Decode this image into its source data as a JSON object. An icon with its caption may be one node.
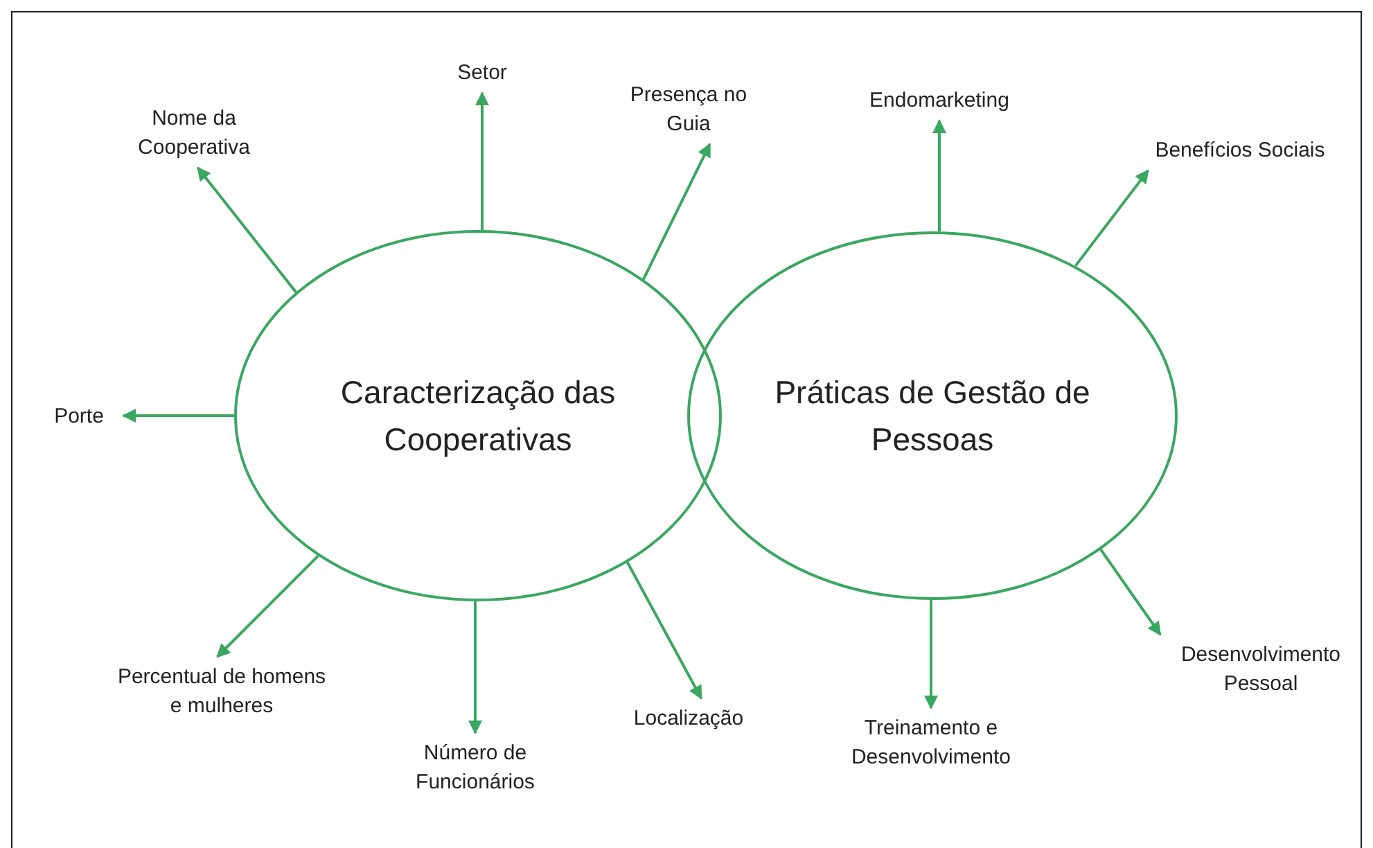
{
  "diagram": {
    "nodes": [
      {
        "text": [
          "Caracterização das Cooperativas"
        ]
      },
      {
        "text": [
          "Práticas de Gestão de Pessoas"
        ]
      },
      {
        "text": [
          "Nome da Cooperativa"
        ]
      },
      {
        "text": [
          "Setor"
        ]
      },
      {
        "text": [
          "Presença no Guia"
        ]
      },
      {
        "text": [
          "Endomarketing"
        ]
      },
      {
        "text": [
          "Benefícios Sociais"
        ]
      },
      {
        "text": [
          "Porte"
        ]
      },
      {
        "text": [
          "Percentual de homens e mulheres"
        ]
      },
      {
        "text": [
          "Número de Funcionários"
        ]
      },
      {
        "text": [
          "Localização"
        ]
      },
      {
        "text": [
          "Treinamento e Desenvolvimento"
        ]
      },
      {
        "text": [
          "Desenvolvimento Pessoal"
        ]
      }
    ],
    "edges": [
      {
        "from": 0,
        "to": 2,
        "arrow": "to"
      },
      {
        "from": 0,
        "to": 3,
        "arrow": "to"
      },
      {
        "from": 0,
        "to": 4,
        "arrow": "to"
      },
      {
        "from": 1,
        "to": 5,
        "arrow": "to"
      },
      {
        "from": 1,
        "to": 6,
        "arrow": "to"
      },
      {
        "from": 0,
        "to": 7,
        "arrow": "to"
      },
      {
        "from": 0,
        "to": 8,
        "arrow": "to"
      },
      {
        "from": 0,
        "to": 9,
        "arrow": "to"
      },
      {
        "from": 0,
        "to": 10,
        "arrow": "to"
      },
      {
        "from": 1,
        "to": 11,
        "arrow": "to"
      },
      {
        "from": 1,
        "to": 12,
        "arrow": "to"
      }
    ]
  }
}
